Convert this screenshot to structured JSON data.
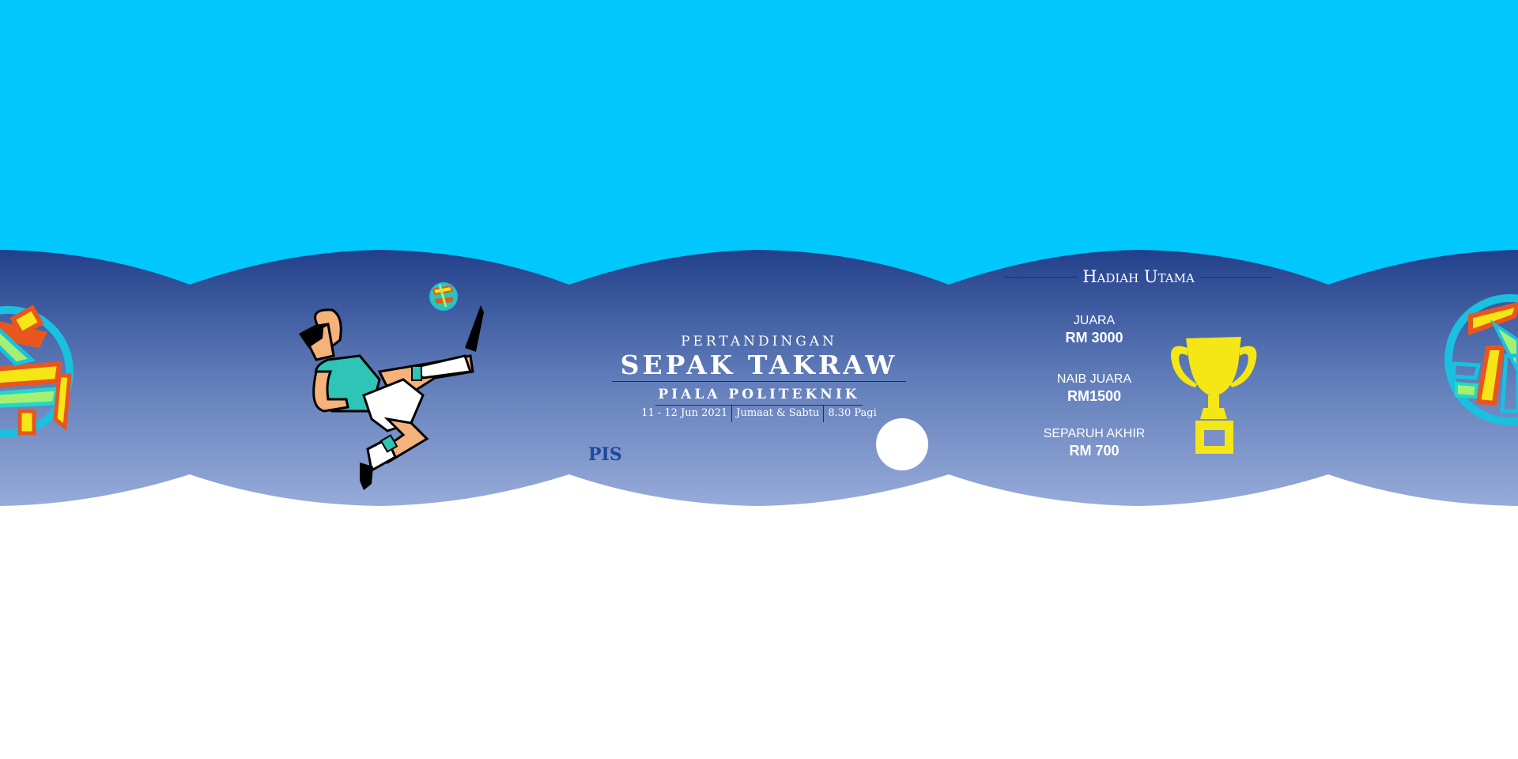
{
  "event": {
    "pre_title": "PERTANDINGAN",
    "title": "SEPAK TAKRAW",
    "subtitle": "PIALA POLITEKNIK",
    "date": "11 - 12 Jun 2021",
    "days": "Jumaat & Sabtu",
    "time": "8.30 Pagi"
  },
  "prizes": {
    "heading": "Hadiah Utama",
    "items": [
      {
        "label": "JUARA",
        "amount": "RM 3000"
      },
      {
        "label": "NAIB JUARA",
        "amount": "RM1500"
      },
      {
        "label": "SEPARUH AKHIR",
        "amount": "RM 700"
      }
    ]
  },
  "logo": {
    "text": "PIS"
  },
  "icons": {
    "player": "sepak-takraw-player-icon",
    "ball": "rattan-ball-icon",
    "trophy": "trophy-icon"
  },
  "colors": {
    "sky": "#00c8fc",
    "banner_top": "#1c3c88",
    "banner_bottom": "#97acd9",
    "trophy": "#f5e615",
    "jersey": "#2ec4b6",
    "skin": "#f5b27a"
  }
}
